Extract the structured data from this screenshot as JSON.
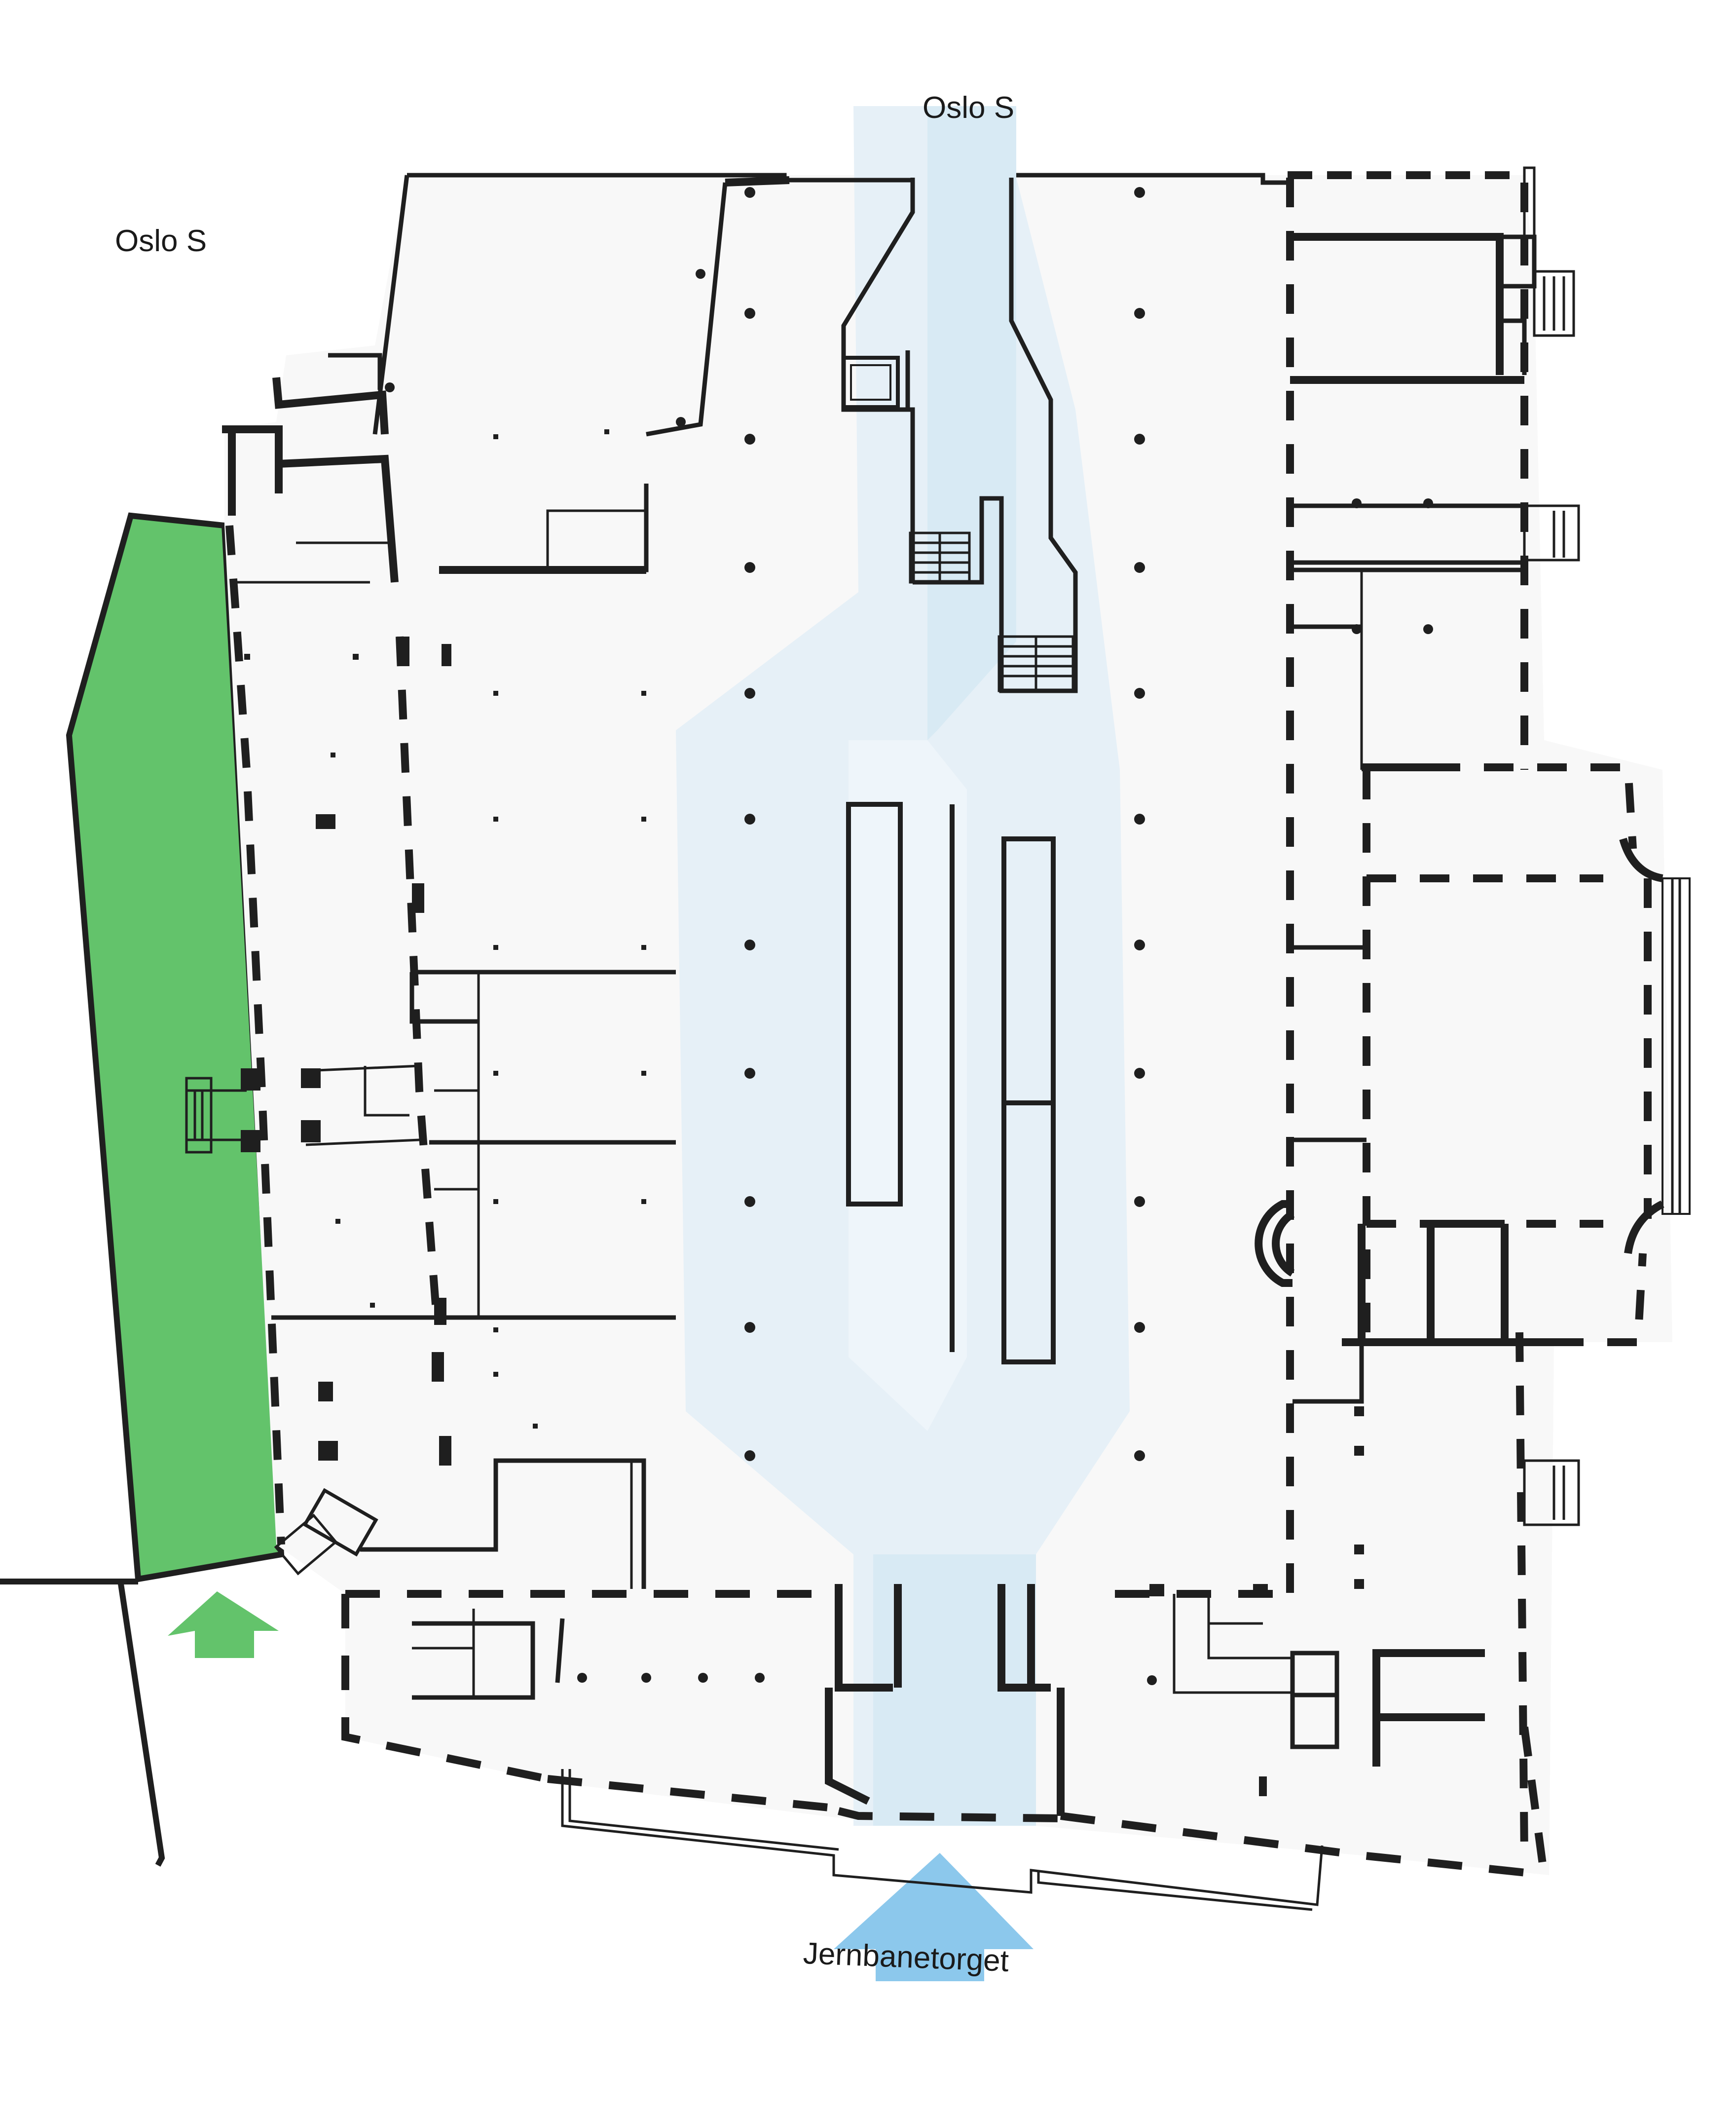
{
  "map": {
    "type": "floor-plan",
    "labels": {
      "north_entrance": "Oslo S",
      "northwest_area": "Oslo S",
      "south_entrance": "Jernbanetorget"
    },
    "colors": {
      "background": "#ffffff",
      "floor": "#f8f8f8",
      "wall": "#1f1f1f",
      "route_light": "#e6f0f7",
      "route_medium": "#d5e8f3",
      "route_arrow": "#8cc8ec",
      "green_area": "#63c36b",
      "green_arrow": "#63c36b"
    },
    "icons": {
      "main_route_arrow": "arrow-up-icon",
      "side_entrance_arrow": "arrow-up-icon"
    }
  }
}
